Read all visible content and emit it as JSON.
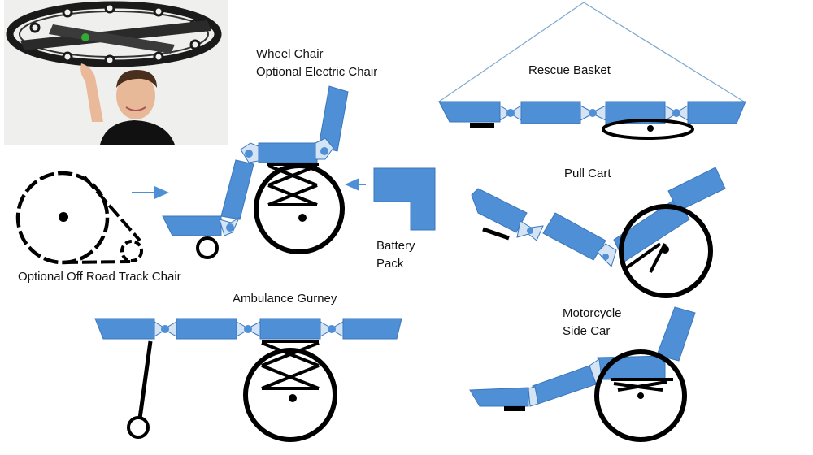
{
  "labels": {
    "wheel_chair": "Wheel Chair",
    "electric_chair": "Optional Electric Chair",
    "rescue_basket": "Rescue Basket",
    "pull_cart": "Pull Cart",
    "battery_line1": "Battery",
    "battery_line2": "Pack",
    "track_chair": "Optional Off Road Track Chair",
    "ambulance_gurney": "Ambulance Gurney",
    "motorcycle_line1": "Motorcycle",
    "motorcycle_line2": "Side Car"
  },
  "colors": {
    "segment_fill": "#4f8fd6",
    "segment_stroke": "#3a77bd",
    "joint": "#cfe0f2",
    "line": "#000000",
    "arrow": "#4f8fd6",
    "photo_bg": "#eeeeec",
    "wheel_photo": "#1a1a1a"
  }
}
